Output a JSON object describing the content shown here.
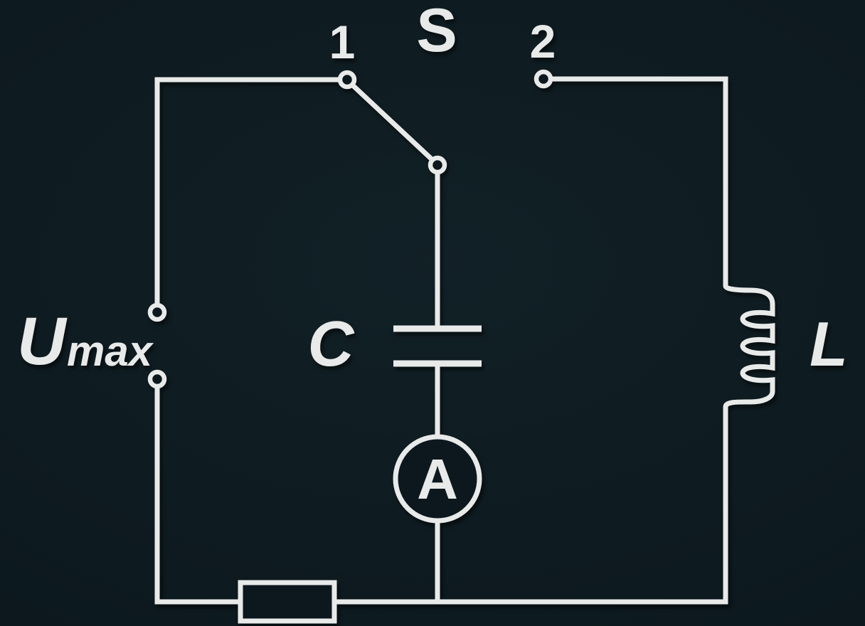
{
  "colors": {
    "background": "#0c181d",
    "stroke": "#e8eae9"
  },
  "diagram": {
    "switch": {
      "label": "S",
      "position_1": "1",
      "position_2": "2"
    },
    "voltage_source": {
      "symbol": "U",
      "subscript": "max"
    },
    "capacitor": {
      "label": "C"
    },
    "inductor": {
      "label": "L"
    },
    "ammeter": {
      "label": "A"
    }
  }
}
